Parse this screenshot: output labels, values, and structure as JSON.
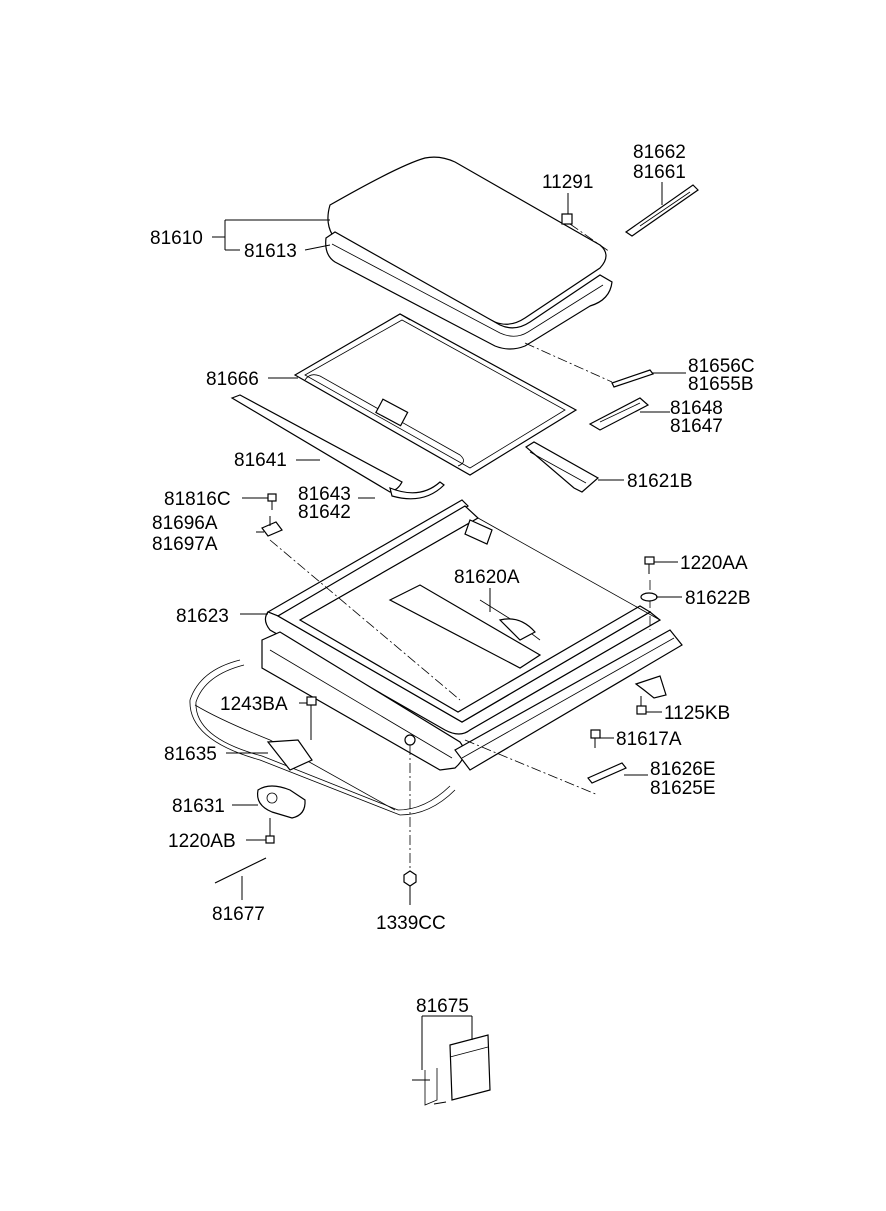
{
  "labels": {
    "p81662": "81662",
    "p81661": "81661",
    "p11291": "11291",
    "p81610": "81610",
    "p81613": "81613",
    "p81666": "81666",
    "p81656C": "81656C",
    "p81655B": "81655B",
    "p81648": "81648",
    "p81647": "81647",
    "p81641": "81641",
    "p81621B": "81621B",
    "p81816C": "81816C",
    "p81643": "81643",
    "p81642": "81642",
    "p81696A": "81696A",
    "p81697A": "81697A",
    "p1220AA": "1220AA",
    "p81620A": "81620A",
    "p81622B": "81622B",
    "p81623": "81623",
    "p1243BA": "1243BA",
    "p1125KB": "1125KB",
    "p81617A": "81617A",
    "p81635": "81635",
    "p81626E": "81626E",
    "p81625E": "81625E",
    "p81631": "81631",
    "p1220AB": "1220AB",
    "p81677": "81677",
    "p1339CC": "1339CC",
    "p81675": "81675"
  }
}
